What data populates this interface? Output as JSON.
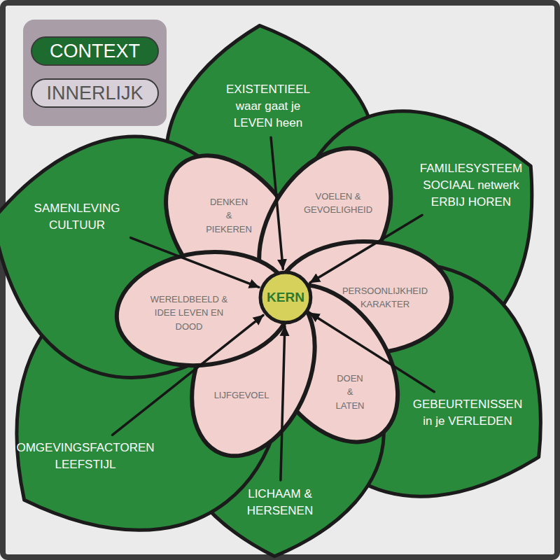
{
  "diagram": {
    "nodes": [
      {
        "text": [
          "EXISTENTIEEL waar gaat je LEVEN heen"
        ]
      },
      {
        "text": [
          "FAMILIESYSTEEM SOCIAAL netwerk ERBIJ HOREN"
        ]
      },
      {
        "text": [
          "SAMENLEVING CULTUUR"
        ]
      },
      {
        "text": [
          "DENKEN & PIEKEREN"
        ]
      },
      {
        "text": [
          "VOELEN & GEVOELIGHEID"
        ]
      },
      {
        "text": [
          "WERELDBEELD & IDEE LEVEN EN DOOD"
        ]
      },
      {
        "text": [
          "KERN"
        ]
      },
      {
        "text": [
          "PERSOONLIJKHEID KARAKTER"
        ]
      },
      {
        "text": [
          "LIJFGEVOEL"
        ]
      },
      {
        "text": [
          "DOEN & LATEN"
        ]
      },
      {
        "text": [
          "GEBEURTENISSEN in je VERLEDEN"
        ]
      },
      {
        "text": [
          "OMGEVINGSFACTOREN LEEFSTIJL"
        ]
      },
      {
        "text": [
          "LICHAAM & HERSENEN"
        ]
      }
    ],
    "edges": [
      {
        "from": 0,
        "to": 6,
        "arrow": "to"
      },
      {
        "from": 1,
        "to": 6,
        "arrow": "to"
      },
      {
        "from": 2,
        "to": 6,
        "arrow": "to"
      },
      {
        "from": 10,
        "to": 6,
        "arrow": "to"
      },
      {
        "from": 11,
        "to": 6,
        "arrow": "to"
      },
      {
        "from": 12,
        "to": 6,
        "arrow": "to"
      }
    ],
    "legend": [
      {
        "text": "CONTEXT",
        "color": "#1d6b2e"
      },
      {
        "text": "INNERLIJK",
        "color": "#d8d0d8"
      }
    ]
  }
}
